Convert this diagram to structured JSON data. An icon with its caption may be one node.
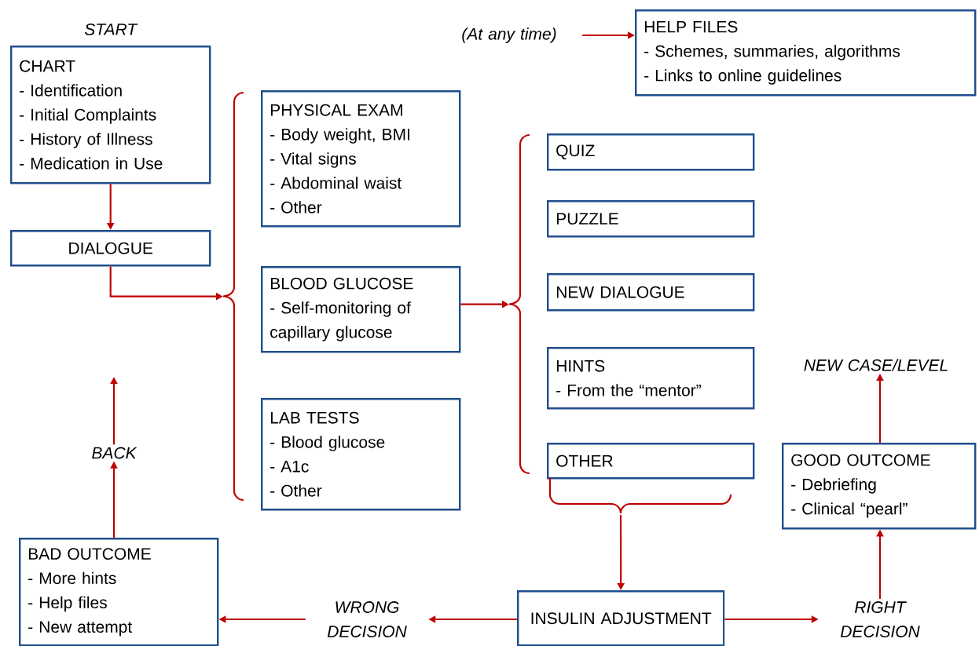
{
  "diagram": {
    "nodes": [
      {
        "text": [
          "CHART",
          "- Identification",
          "- Initial Complaints",
          "- History of Illness",
          "- Medication in Use"
        ],
        "beside": [
          "START"
        ]
      },
      {
        "text": [
          "DIALOGUE"
        ]
      },
      {
        "text": [
          "PHYSICAL EXAM",
          "- Body weight, BMI",
          "- Vital signs",
          "- Abdominal waist",
          "- Other"
        ]
      },
      {
        "text": [
          "BLOOD GLUCOSE",
          "- Self-monitoring of capillary glucose"
        ]
      },
      {
        "text": [
          "LAB TESTS",
          "- Blood glucose",
          "- A1c",
          "- Other"
        ]
      },
      {
        "text": [
          "QUIZ"
        ]
      },
      {
        "text": [
          "PUZZLE"
        ]
      },
      {
        "text": [
          "NEW DIALOGUE"
        ]
      },
      {
        "text": [
          "HINTS",
          "- From the “mentor”"
        ]
      },
      {
        "text": [
          "OTHER"
        ]
      },
      {
        "text": [
          "HELP FILES",
          "- Schemes, summaries, algorithms",
          "- Links to online guidelines"
        ]
      },
      {
        "text": [
          "(At any time)"
        ]
      },
      {
        "text": [
          "INSULIN ADJUSTMENT"
        ]
      },
      {
        "text": [
          "WRONG DECISION"
        ]
      },
      {
        "text": [
          "BAD OUTCOME",
          "- More hints",
          "- Help files",
          "- New attempt"
        ]
      },
      {
        "text": [
          "BACK"
        ]
      },
      {
        "text": [
          "RIGHT DECISION"
        ]
      },
      {
        "text": [
          "GOOD OUTCOME",
          "- Debriefing",
          "- Clinical “pearl”"
        ]
      },
      {
        "text": [
          "NEW CASE/LEVEL"
        ]
      },
      {
        "text": [],
        "shape": "bracket"
      },
      {
        "text": [],
        "shape": "bracket"
      }
    ],
    "edges": [
      {
        "from": 0,
        "to": 1,
        "arrow": "to"
      },
      {
        "from": 1,
        "to": 19,
        "arrow": "to"
      },
      {
        "from": 3,
        "to": 20,
        "arrow": "to"
      },
      {
        "from": 9,
        "to": 12,
        "arrow": "to"
      },
      {
        "from": 11,
        "to": 10,
        "arrow": "to"
      },
      {
        "from": 12,
        "to": 13,
        "arrow": "to"
      },
      {
        "from": 13,
        "to": 14,
        "arrow": "to"
      },
      {
        "from": 14,
        "to": 15,
        "arrow": "to"
      },
      {
        "from": 15,
        "to": null,
        "arrow": "to"
      },
      {
        "from": 12,
        "to": 16,
        "arrow": "to"
      },
      {
        "from": 16,
        "to": 17,
        "arrow": "to"
      },
      {
        "from": 17,
        "to": 18,
        "arrow": "to"
      }
    ]
  }
}
